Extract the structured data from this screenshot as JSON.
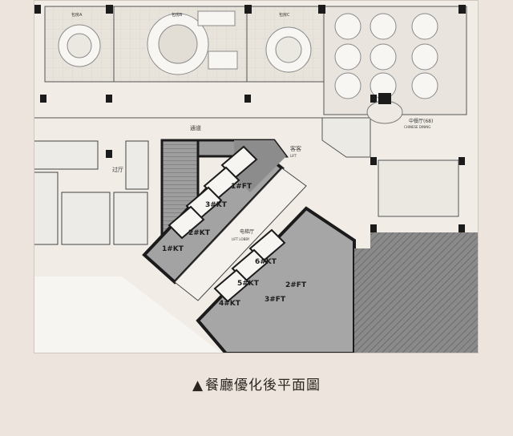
{
  "caption": {
    "marker": "▲",
    "text": "餐廳優化後平面圖"
  },
  "labels": {
    "corridor": "通道",
    "hall": "过厅",
    "lift_hall": "电梯厅",
    "lift_hall_en": "LIFT LOBBY",
    "guest_lift": "客客",
    "guest_lift_en": "LIFT",
    "chinese_dining": "中餐厅(68)",
    "chinese_dining_en": "CHINESE DINING",
    "room_a": "包房A",
    "room_b": "包房B",
    "room_c": "包房C"
  },
  "lifts": [
    "1#KT",
    "2#KT",
    "3#KT",
    "1#FT",
    "4#KT",
    "5#KT",
    "6#KT",
    "2#FT",
    "3#FT"
  ],
  "colors": {
    "background": "#ede5dd",
    "plan": "#f3efe8",
    "wall": "#1b1b1b",
    "core": "#9a9a9a",
    "kitchen": "#7b7b7b"
  }
}
